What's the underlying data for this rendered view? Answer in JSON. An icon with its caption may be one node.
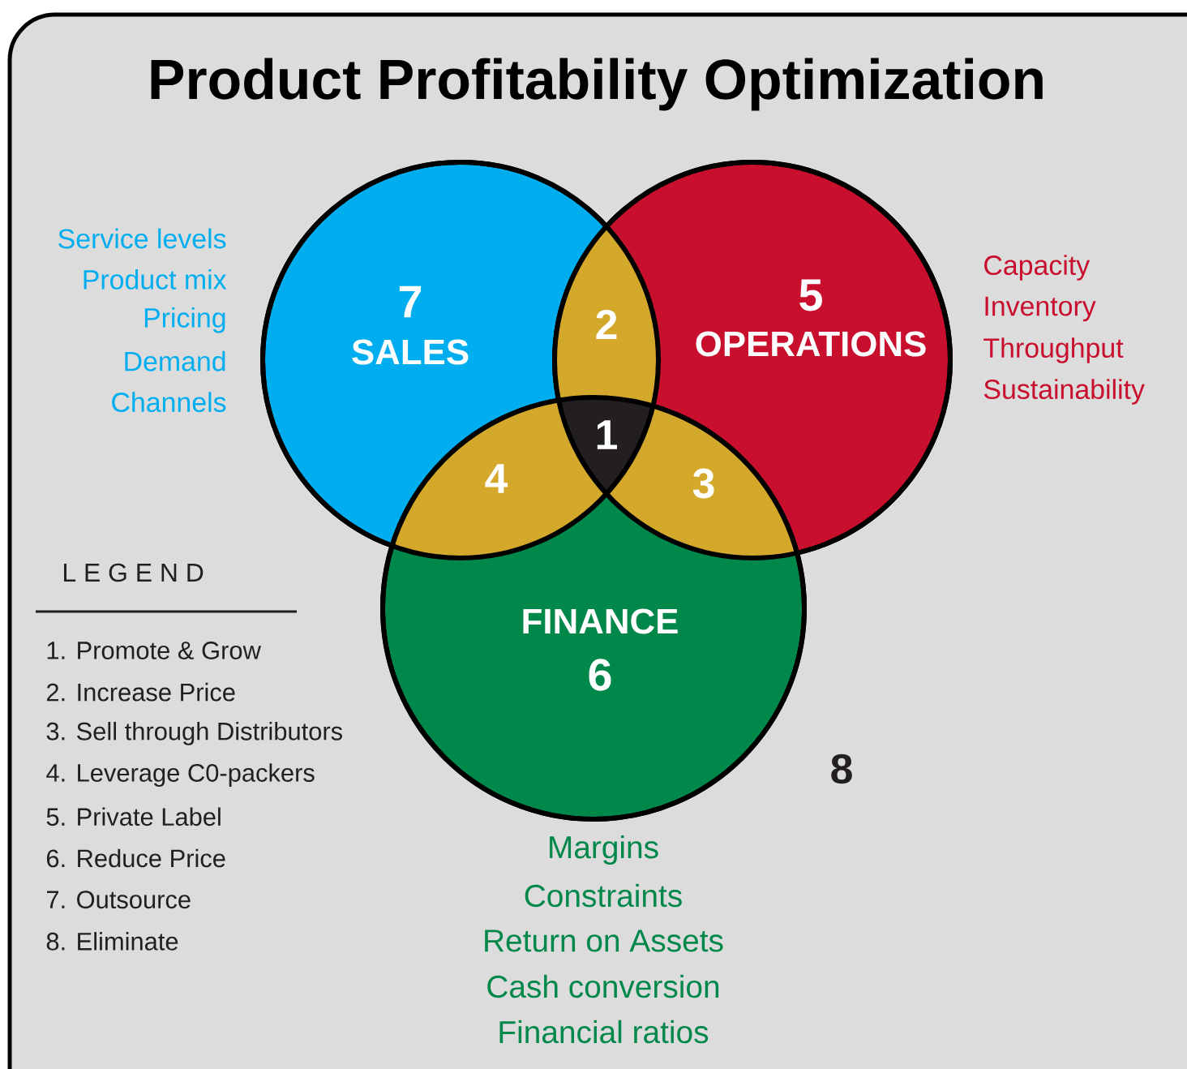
{
  "diagram": {
    "title": "Product Profitability Optimization",
    "nodes": [
      {
        "text": [
          "7",
          "SALES"
        ],
        "beside": [
          "Service levels",
          "Product mix",
          "Pricing",
          "Demand",
          "Channels"
        ]
      },
      {
        "text": [
          "5",
          "OPERATIONS"
        ],
        "beside": [
          "Capacity",
          "Inventory",
          "Throughput",
          "Sustainability"
        ]
      },
      {
        "text": [
          "FINANCE",
          "6"
        ],
        "beside": [
          "Margins",
          "Constraints",
          "Return on Assets",
          "Cash conversion",
          "Financial ratios"
        ]
      }
    ],
    "edges": [],
    "labels": [
      "2",
      "1",
      "4",
      "3",
      "L E G E N D",
      "1. Promote & Grow",
      "2. Increase Price",
      "3. Sell through Distributors",
      "4. Leverage C0-packers",
      "5. Private Label",
      "6. Reduce Price",
      "7. Outsource",
      "8. Eliminate",
      "8"
    ]
  }
}
